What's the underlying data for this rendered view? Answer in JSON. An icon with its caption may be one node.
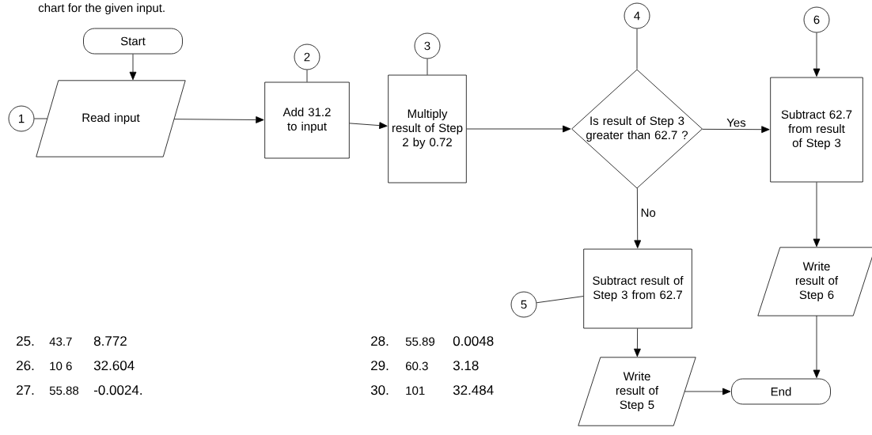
{
  "diagram": {
    "nodes": [
      {
        "text": [
          "Start"
        ]
      },
      {
        "text": [
          "1"
        ]
      },
      {
        "text": [
          "Read input"
        ]
      },
      {
        "text": [
          "2"
        ]
      },
      {
        "text": [
          "Add 31.2 to input"
        ]
      },
      {
        "text": [
          "3"
        ]
      },
      {
        "text": [
          "Multiply result of Step 2 by 0.72"
        ]
      },
      {
        "text": [
          "4"
        ]
      },
      {
        "text": [
          "Is result of Step 3 greater than 62.7 ?"
        ]
      },
      {
        "text": [
          "6"
        ]
      },
      {
        "text": [
          "Subtract 62.7 from result of Step 3"
        ]
      },
      {
        "text": [
          "5"
        ]
      },
      {
        "text": [
          "Subtract result of Step 3 from 62.7"
        ]
      },
      {
        "text": [
          "Write result of Step 6"
        ]
      },
      {
        "text": [
          "Write result of Step 5"
        ]
      },
      {
        "text": [
          "End"
        ]
      }
    ],
    "edges": [
      {
        "from": 0,
        "to": 2,
        "arrow": "to"
      },
      {
        "from": 1,
        "to": 2,
        "arrow": "none"
      },
      {
        "from": 2,
        "to": 4,
        "arrow": "to"
      },
      {
        "from": 3,
        "to": 4,
        "arrow": "none"
      },
      {
        "from": 4,
        "to": 6,
        "arrow": "to"
      },
      {
        "from": 5,
        "to": 6,
        "arrow": "none"
      },
      {
        "from": 6,
        "to": 8,
        "arrow": "to"
      },
      {
        "from": 7,
        "to": 8,
        "arrow": "none"
      },
      {
        "from": 8,
        "to": 10,
        "arrow": "to",
        "label": "Yes"
      },
      {
        "from": 9,
        "to": 10,
        "arrow": "to"
      },
      {
        "from": 8,
        "to": 12,
        "arrow": "to",
        "label": "No"
      },
      {
        "from": 11,
        "to": 12,
        "arrow": "none"
      },
      {
        "from": 10,
        "to": 13,
        "arrow": "to"
      },
      {
        "from": 12,
        "to": 14,
        "arrow": "to"
      },
      {
        "from": 14,
        "to": 15,
        "arrow": "to"
      },
      {
        "from": 13,
        "to": 15,
        "arrow": "to"
      }
    ],
    "labels": [
      "chart for the given input.",
      "25.",
      "43.7",
      "8.772",
      "28.",
      "55.89",
      "0.0048",
      "26.",
      "10 6",
      "32.604",
      "29.",
      "60.3",
      "3.18",
      "27.",
      "55.88",
      "-0.0024.",
      "30.",
      "101",
      "32.484"
    ]
  }
}
